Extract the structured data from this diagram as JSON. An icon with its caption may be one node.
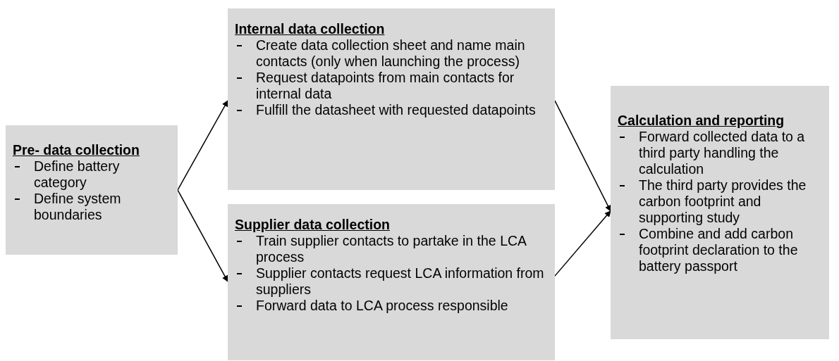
{
  "diagram": {
    "nodes": [
      {
        "text": [
          "Pre- data collection",
          "Define battery category",
          "Define system boundaries"
        ]
      },
      {
        "text": [
          "Internal data collection",
          "Create data collection sheet and name main contacts (only when launching the process)",
          "Request datapoints from main contacts for internal data",
          "Fulfill the datasheet with requested datapoints"
        ]
      },
      {
        "text": [
          "Supplier data collection",
          "Train supplier contacts to partake in the LCA process",
          "Supplier contacts request LCA information from suppliers",
          "Forward data to LCA process responsible"
        ]
      },
      {
        "text": [
          "Calculation and reporting",
          "Forward collected data to a third party handling the calculation",
          "The third party provides the carbon footprint and supporting study",
          "Combine and add carbon footprint declaration to the battery passport"
        ]
      }
    ],
    "edges": [
      {
        "from": 0,
        "to": 1,
        "arrow": "to"
      },
      {
        "from": 0,
        "to": 2,
        "arrow": "to"
      },
      {
        "from": 1,
        "to": 3,
        "arrow": "to"
      },
      {
        "from": 2,
        "to": 3,
        "arrow": "to"
      }
    ]
  }
}
